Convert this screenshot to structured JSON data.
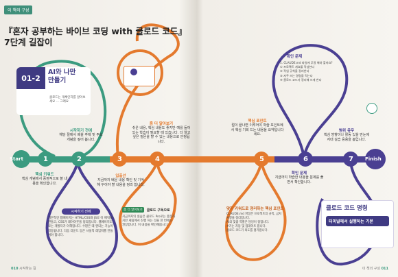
{
  "tag": "이 책의 구성",
  "title_line1": "『혼자 공부하는 바이브 코딩 with 클로드 코드』",
  "title_line2": "7단계 길잡이",
  "chapter_card": {
    "num": "01-2",
    "title_line1": "AI와 나만",
    "title_line2": "만들기",
    "note": "클로드는 개체인지를 알아보세요 ... 그래요"
  },
  "timeline": {
    "start": "Start",
    "finish": "Finish",
    "numbers": [
      "1",
      "2",
      "3",
      "4",
      "5",
      "6",
      "7"
    ]
  },
  "steps": [
    {
      "label": "핵심 키워드",
      "text": "핵심 개념에서 중점적으로 볼 내용을 확인합니다."
    },
    {
      "label": "시작하기 전에",
      "text": "해당 절에서 배울 주제 및 주요 개념을 짚어 봅니다."
    },
    {
      "label": "좀 더 알아보기",
      "text": "쉬운 내용, 핵심 내용도 좋지만 예를 들어 있는 학습이 필요할 때 있습니다. 더 알고 싶은 질문을 할 수 있는 내용으로 안정됩니다."
    },
    {
      "label": "입출선",
      "text": "지금까지 배운 내용 확인 및 기억해 두어야 할 내용을 정리 합니다."
    },
    {
      "label": "핵심 포인트",
      "text": "절이 끝나면 이루어야 학습 포인트에서 핵심 기회 드는 내용을 요약입니다 세요."
    },
    {
      "label": "확인 문제",
      "text": "지금까지 학습한 내용을 문제를 풀면서 확인합니다."
    },
    {
      "label": "범위 유무",
      "text": "핵심 방향이나 활동 있을 만눈에 지대 실습 응용을 봅입니다."
    }
  ],
  "bubbles": {
    "start_bubble_title": "시작하기 전에",
    "start_bubble_text": "기본적인 웹페이지는 HTML/CSS와 JS로 이 배워볼 만들고, CSS가 레이아웃을 정리합니다. 웹페이지도로는 개발자가 이해합니다. 수많은 데 앤되는 기능이 작동됩니다. 다음 라운드 등은 사실적 레임워를 만들어야 합니다.",
    "tip_label": "좀 더 알아보기",
    "tip_sub": "클로드 구독으로",
    "tip_text": "지금까지의 실습은 클로드 Pro로는 충분하지만 세팅에서 진행 하는 것을 한 번에는 권장합니다. 이 내용을 확인해봅시다.",
    "keyword_title": "맞히 키워드로 정리하는 핵심 포인트",
    "keyword_items": [
      "CLAUDE.md 파일은 프로젝트의 규칙, 금지 사항을 정리합니다.",
      "AI의 맞춤 역할은 담당이 정합니다.",
      "#기는 자동 및 업데이트 합니다.",
      "클로드 코드가 의도를 평가합니다."
    ],
    "confirm_title": "확인 문제",
    "confirm_items": [
      "1. CLAUDE.md 파일에 무얼 해야 할까요?",
      "① 프로젝트 개요를 작성한다",
      "② 작업 규칙을 정리한다",
      "③ 자주 쓰는 명령을 적는다",
      "④ 클로드 코드가 정리해 쓰게 한다"
    ],
    "cmd_title1": "클로드 코드 명령",
    "cmd_title2": "터미널에서 실행하는 기본"
  },
  "footer": {
    "left_page": "010",
    "left_note": "시작하는 길",
    "right_note": "이 책의 구성",
    "right_page": "011"
  }
}
